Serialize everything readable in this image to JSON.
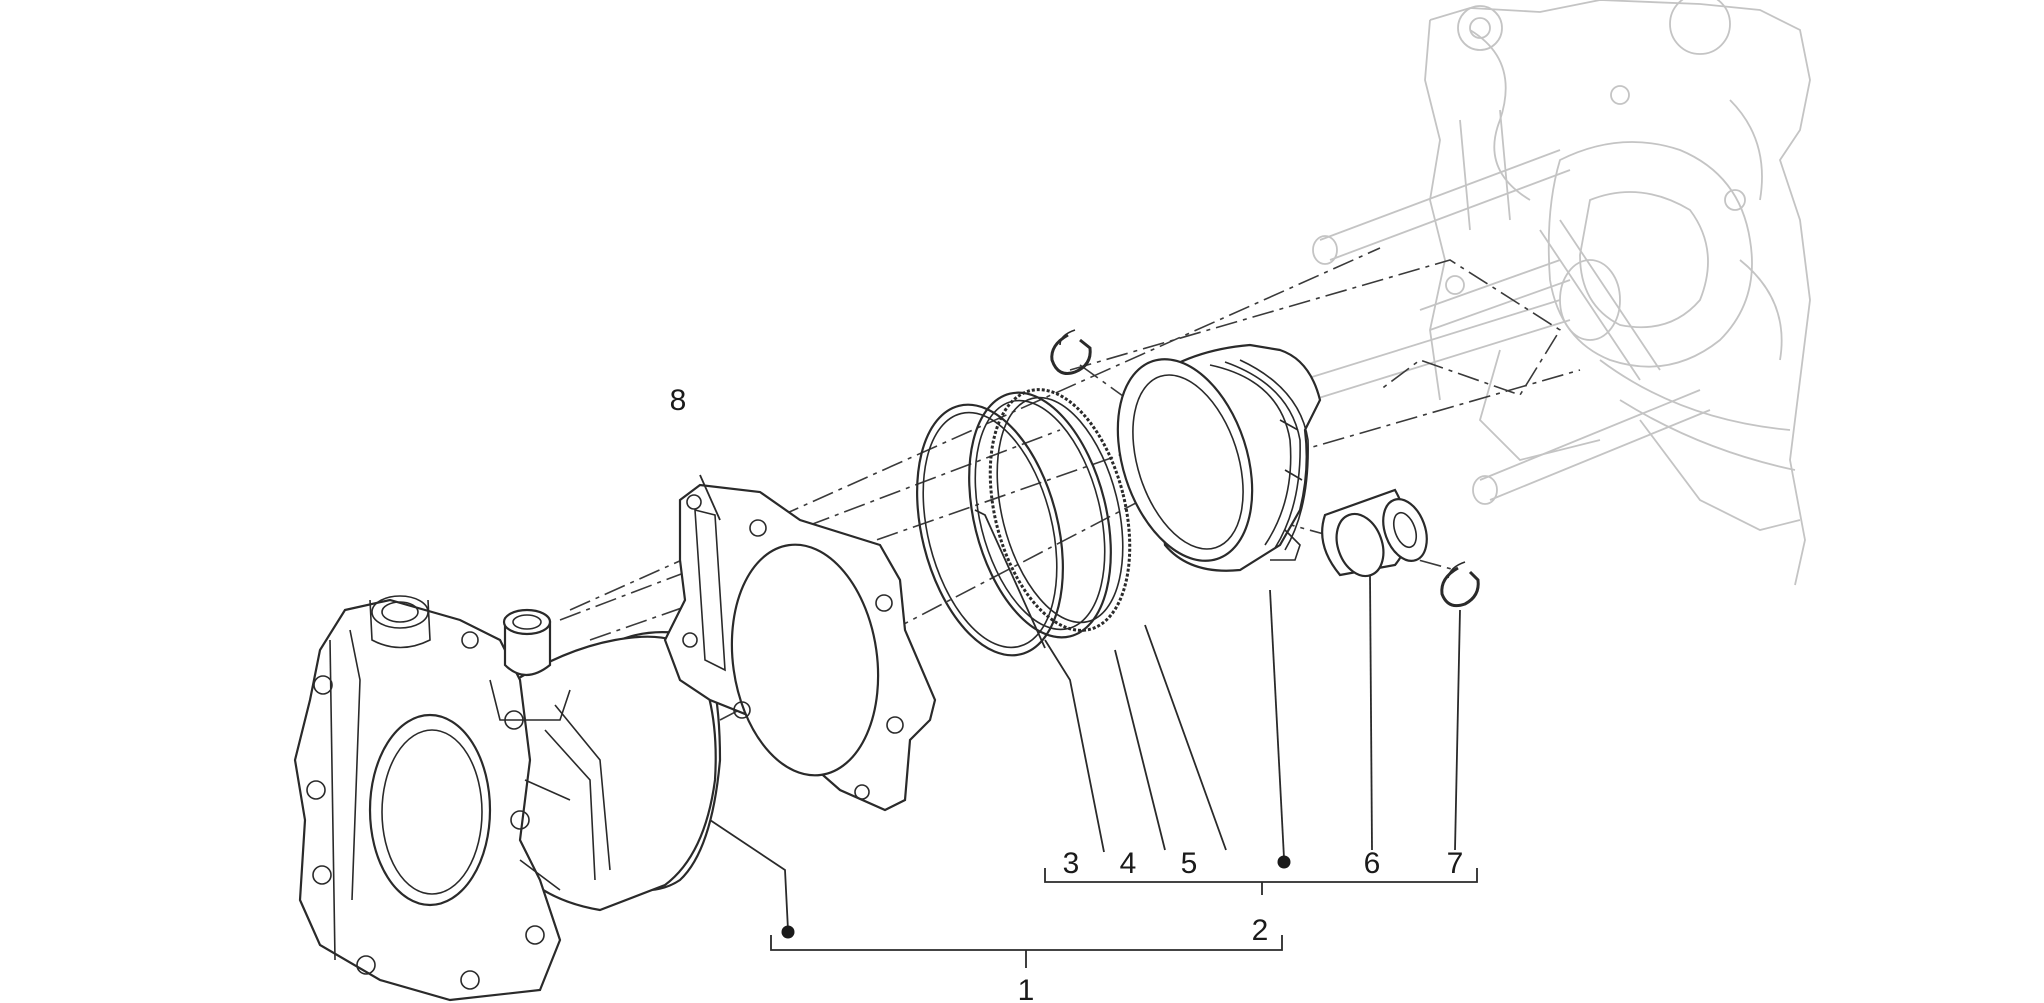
{
  "callouts": {
    "c1": "1",
    "c2": "2",
    "c3": "3",
    "c4": "4",
    "c5": "5",
    "c6": "6",
    "c7": "7",
    "c8": "8"
  },
  "colors": {
    "line": "#2a2a2a",
    "ghost_engine": "#c4c4c4",
    "background": "#ffffff"
  }
}
